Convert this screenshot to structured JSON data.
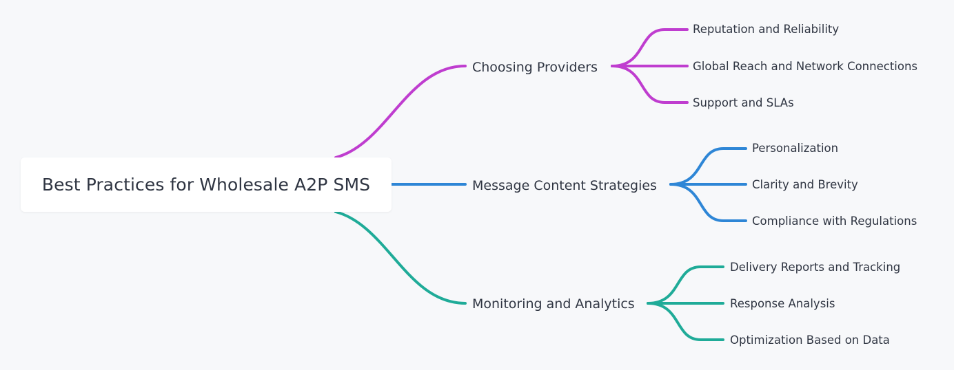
{
  "root": {
    "label": "Best Practices for Wholesale A2P SMS"
  },
  "branches": [
    {
      "label": "Choosing Providers",
      "color": "#bf3dcf",
      "leaves": [
        "Reputation and Reliability",
        "Global Reach and Network Connections",
        "Support and SLAs"
      ]
    },
    {
      "label": "Message Content Strategies",
      "color": "#2e86d6",
      "leaves": [
        "Personalization",
        "Clarity and Brevity",
        "Compliance with Regulations"
      ]
    },
    {
      "label": "Monitoring and Analytics",
      "color": "#1fab98",
      "leaves": [
        "Delivery Reports and Tracking",
        "Response Analysis",
        "Optimization Based on Data"
      ]
    }
  ]
}
